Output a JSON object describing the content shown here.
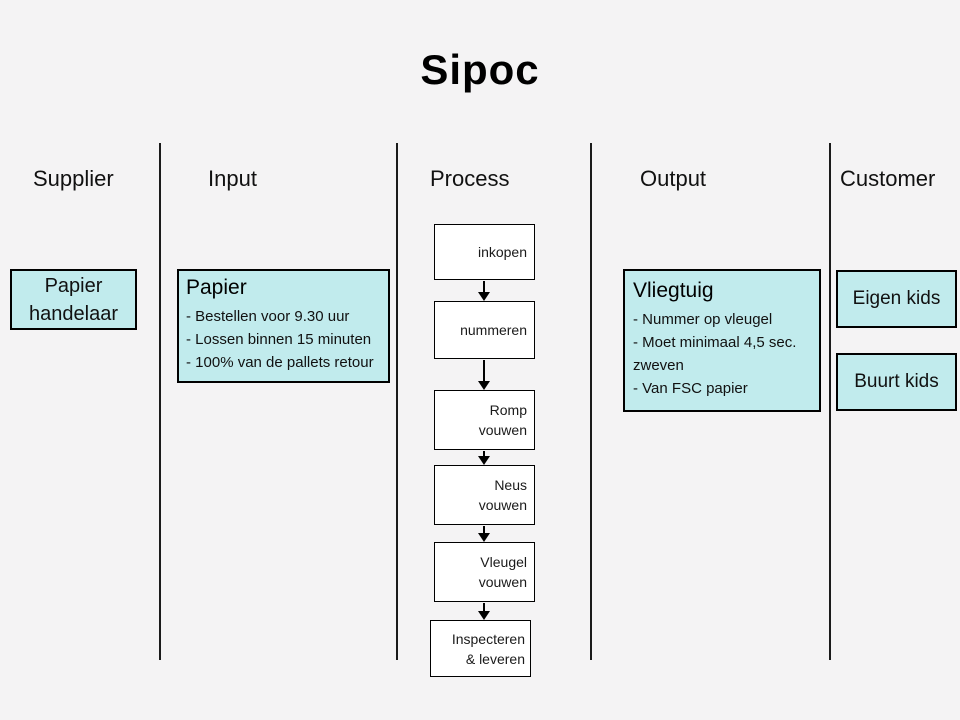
{
  "title": "Sipoc",
  "colors": {
    "background": "#f4f3f4",
    "box_fill": "#c1ebed",
    "box_border": "#000000",
    "text": "#111111"
  },
  "columns": [
    {
      "id": "supplier",
      "label": "Supplier"
    },
    {
      "id": "input",
      "label": "Input"
    },
    {
      "id": "process",
      "label": "Process"
    },
    {
      "id": "output",
      "label": "Output"
    },
    {
      "id": "customer",
      "label": "Customer"
    }
  ],
  "supplier": {
    "box_lines": [
      "Papier",
      "handelaar"
    ]
  },
  "input": {
    "box_title": "Papier",
    "bullets": [
      "- Bestellen voor 9.30 uur",
      "- Lossen binnen 15 minuten",
      "- 100% van de pallets retour"
    ]
  },
  "process": {
    "steps": [
      {
        "lines": [
          "inkopen"
        ]
      },
      {
        "lines": [
          "nummeren"
        ]
      },
      {
        "lines": [
          "Romp",
          "vouwen"
        ]
      },
      {
        "lines": [
          "Neus",
          "vouwen"
        ]
      },
      {
        "lines": [
          "Vleugel",
          "vouwen"
        ]
      },
      {
        "lines": [
          "Inspecteren",
          "& leveren"
        ]
      }
    ]
  },
  "output": {
    "box_title": "Vliegtuig",
    "bullets": [
      "- Nummer op vleugel",
      "- Moet minimaal 4,5 sec.",
      "zweven",
      "- Van FSC papier"
    ]
  },
  "customer": {
    "boxes": [
      "Eigen kids",
      "Buurt kids"
    ]
  }
}
